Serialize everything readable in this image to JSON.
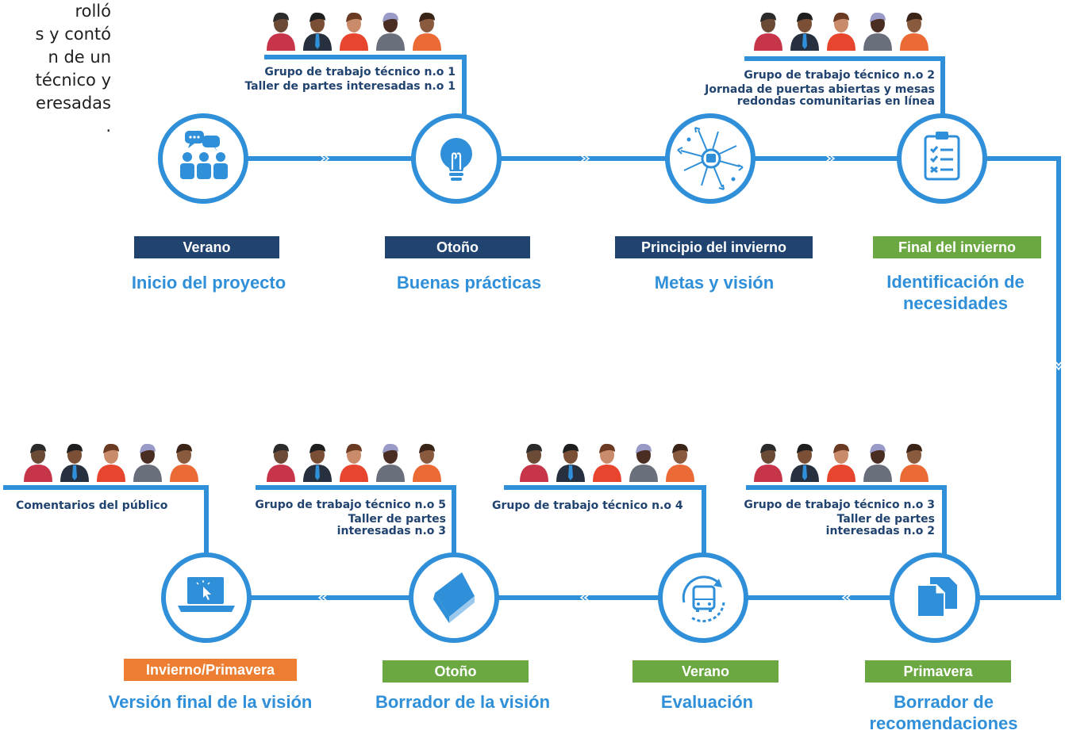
{
  "intro_lines": [
    "rolló",
    "s y contó",
    "n de un",
    " técnico y",
    "eresadas",
    "."
  ],
  "stages": [
    {
      "id": "inicio",
      "season": "Verano",
      "season_color": "#21436f",
      "title": "Inicio del proyecto",
      "icon": "meeting-people-icon",
      "meetings": []
    },
    {
      "id": "buenas",
      "season": "Otoño",
      "season_color": "#21436f",
      "title": "Buenas prácticas",
      "icon": "lightbulb-icon",
      "meetings": [
        "Grupo de trabajo técnico n.o 1",
        "Taller de partes interesadas n.o 1"
      ]
    },
    {
      "id": "metas",
      "season": "Principio del invierno",
      "season_color": "#21436f",
      "title": "Metas y visión",
      "icon": "transit-map-icon",
      "meetings": []
    },
    {
      "id": "necesidades",
      "season": "Final del invierno",
      "season_color": "#6ba842",
      "title_lines": [
        "Identificación de",
        "necesidades"
      ],
      "icon": "checklist-clipboard-icon",
      "meetings": [
        "Grupo de trabajo técnico n.o 2",
        "Jornada de puertas abiertas y mesas",
        "redondas comunitarias en línea"
      ]
    },
    {
      "id": "recomendaciones",
      "season": "Primavera",
      "season_color": "#6ba842",
      "title_lines": [
        "Borrador de",
        "recomendaciones"
      ],
      "icon": "documents-icon",
      "meetings": [
        "Grupo de trabajo técnico n.o 3",
        "Taller de partes",
        "interesadas n.o 2"
      ]
    },
    {
      "id": "evaluacion",
      "season": "Verano",
      "season_color": "#6ba842",
      "title": "Evaluación",
      "icon": "bus-cycle-icon",
      "meetings": [
        "Grupo de trabajo técnico n.o 4"
      ]
    },
    {
      "id": "borrador",
      "season": "Otoño",
      "season_color": "#6ba842",
      "title": "Borrador de la visión",
      "icon": "book-icon",
      "meetings": [
        "Grupo de trabajo técnico n.o 5",
        "Taller de partes",
        "interesadas n.o 3"
      ]
    },
    {
      "id": "final",
      "season": "Invierno/Primavera",
      "season_color": "#ec7d31",
      "title": "Versión final de la visión",
      "icon": "laptop-click-icon",
      "meetings": [
        "Comentarios del público"
      ]
    }
  ],
  "colors": {
    "accent": "#2f8fd8",
    "navy": "#21436f",
    "green": "#6ba842",
    "orange": "#ec7d31"
  }
}
